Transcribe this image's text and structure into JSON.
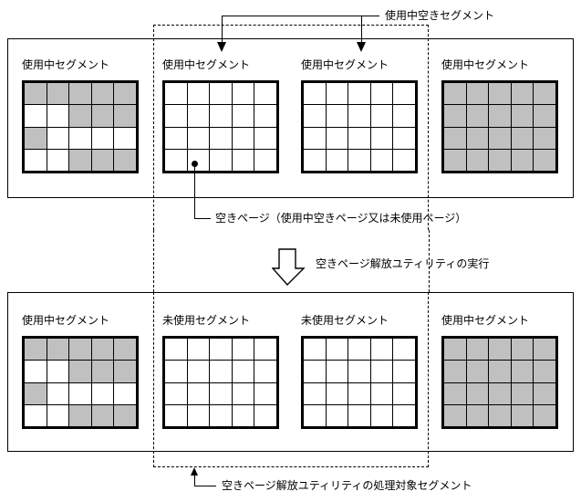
{
  "diagram": {
    "title_note_top": "使用中空きセグメント",
    "note_free_page": "空きページ（使用中空きページ又は未使用ページ）",
    "note_utility_run": "空きページ解放ユティリティの実行",
    "note_target_segments": "空きページ解放ユティリティの処理対象セグメント",
    "labels": {
      "in_use_segment": "使用中セグメント",
      "unused_segment": "未使用セグメント"
    },
    "colors": {
      "page_used": "#c0c0c0",
      "page_free": "#ffffff",
      "outline": "#000000",
      "background": "#ffffff"
    },
    "grid_shape": {
      "rows": 4,
      "cols": 5
    },
    "before": {
      "segments": [
        {
          "label": "使用中セグメント",
          "state": "in-use",
          "cells": [
            [
              1,
              1,
              1,
              1,
              1
            ],
            [
              0,
              0,
              1,
              1,
              1
            ],
            [
              1,
              0,
              0,
              0,
              0
            ],
            [
              0,
              0,
              1,
              1,
              1
            ]
          ]
        },
        {
          "label": "使用中セグメント",
          "state": "in-use-empty",
          "cells": [
            [
              0,
              0,
              0,
              0,
              0
            ],
            [
              0,
              0,
              0,
              0,
              0
            ],
            [
              0,
              0,
              0,
              0,
              0
            ],
            [
              0,
              0,
              0,
              0,
              0
            ]
          ]
        },
        {
          "label": "使用中セグメント",
          "state": "in-use-empty",
          "cells": [
            [
              0,
              0,
              0,
              0,
              0
            ],
            [
              0,
              0,
              0,
              0,
              0
            ],
            [
              0,
              0,
              0,
              0,
              0
            ],
            [
              0,
              0,
              0,
              0,
              0
            ]
          ]
        },
        {
          "label": "使用中セグメント",
          "state": "in-use",
          "cells": [
            [
              1,
              1,
              1,
              1,
              1
            ],
            [
              1,
              1,
              1,
              1,
              1
            ],
            [
              1,
              1,
              1,
              1,
              1
            ],
            [
              1,
              1,
              1,
              1,
              1
            ]
          ]
        }
      ]
    },
    "after": {
      "segments": [
        {
          "label": "使用中セグメント",
          "state": "in-use",
          "cells": [
            [
              1,
              1,
              1,
              1,
              1
            ],
            [
              0,
              0,
              1,
              1,
              1
            ],
            [
              1,
              0,
              0,
              0,
              0
            ],
            [
              0,
              0,
              1,
              1,
              1
            ]
          ]
        },
        {
          "label": "未使用セグメント",
          "state": "unused",
          "cells": [
            [
              0,
              0,
              0,
              0,
              0
            ],
            [
              0,
              0,
              0,
              0,
              0
            ],
            [
              0,
              0,
              0,
              0,
              0
            ],
            [
              0,
              0,
              0,
              0,
              0
            ]
          ]
        },
        {
          "label": "未使用セグメント",
          "state": "unused",
          "cells": [
            [
              0,
              0,
              0,
              0,
              0
            ],
            [
              0,
              0,
              0,
              0,
              0
            ],
            [
              0,
              0,
              0,
              0,
              0
            ],
            [
              0,
              0,
              0,
              0,
              0
            ]
          ]
        },
        {
          "label": "使用中セグメント",
          "state": "in-use",
          "cells": [
            [
              1,
              1,
              1,
              1,
              1
            ],
            [
              1,
              1,
              1,
              1,
              1
            ],
            [
              1,
              1,
              1,
              1,
              1
            ],
            [
              1,
              1,
              1,
              1,
              1
            ]
          ]
        }
      ]
    }
  }
}
